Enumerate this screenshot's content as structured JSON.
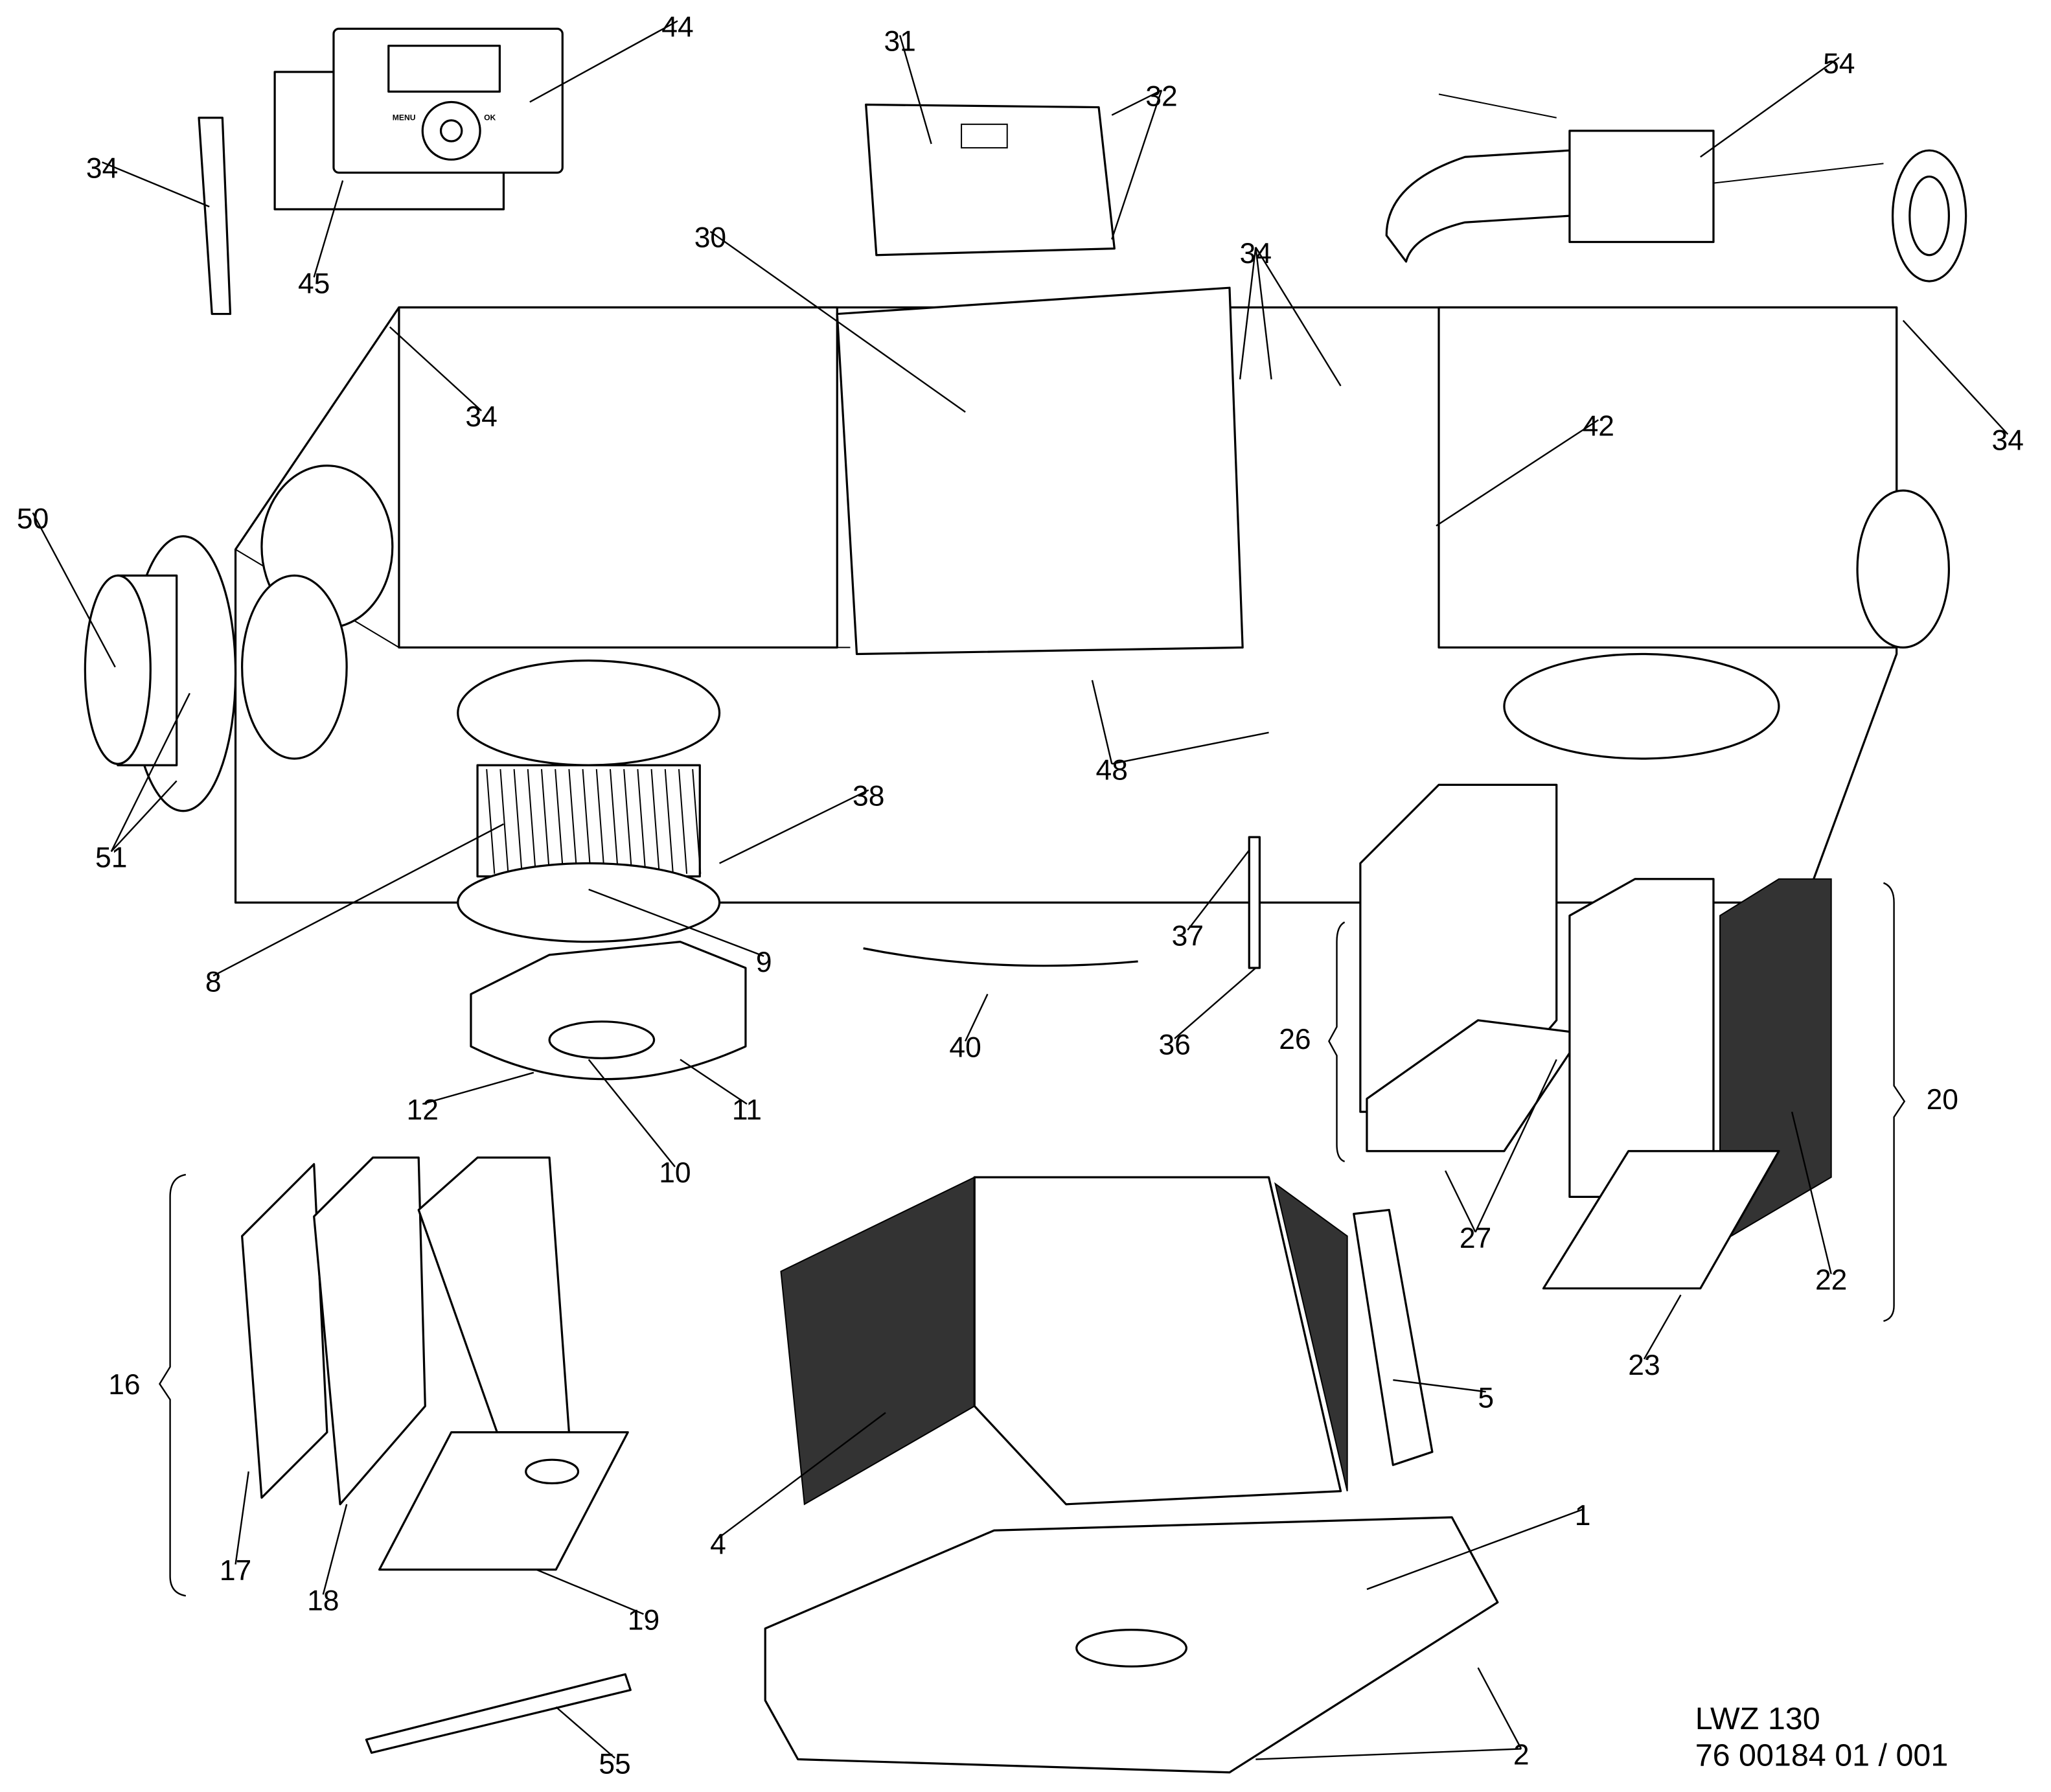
{
  "drawing": {
    "model": "LWZ 130",
    "drawing_number": "76 00184 01 / 001",
    "control_panel_labels": {
      "menu": "MENU",
      "ok": "OK"
    }
  },
  "labels": [
    "44",
    "31",
    "32",
    "54",
    "34",
    "45",
    "30",
    "34",
    "34",
    "34",
    "42",
    "50",
    "51",
    "48",
    "38",
    "8",
    "9",
    "37",
    "40",
    "36",
    "26",
    "12",
    "11",
    "10",
    "20",
    "27",
    "22",
    "23",
    "16",
    "4",
    "5",
    "1",
    "17",
    "18",
    "19",
    "2",
    "55"
  ]
}
